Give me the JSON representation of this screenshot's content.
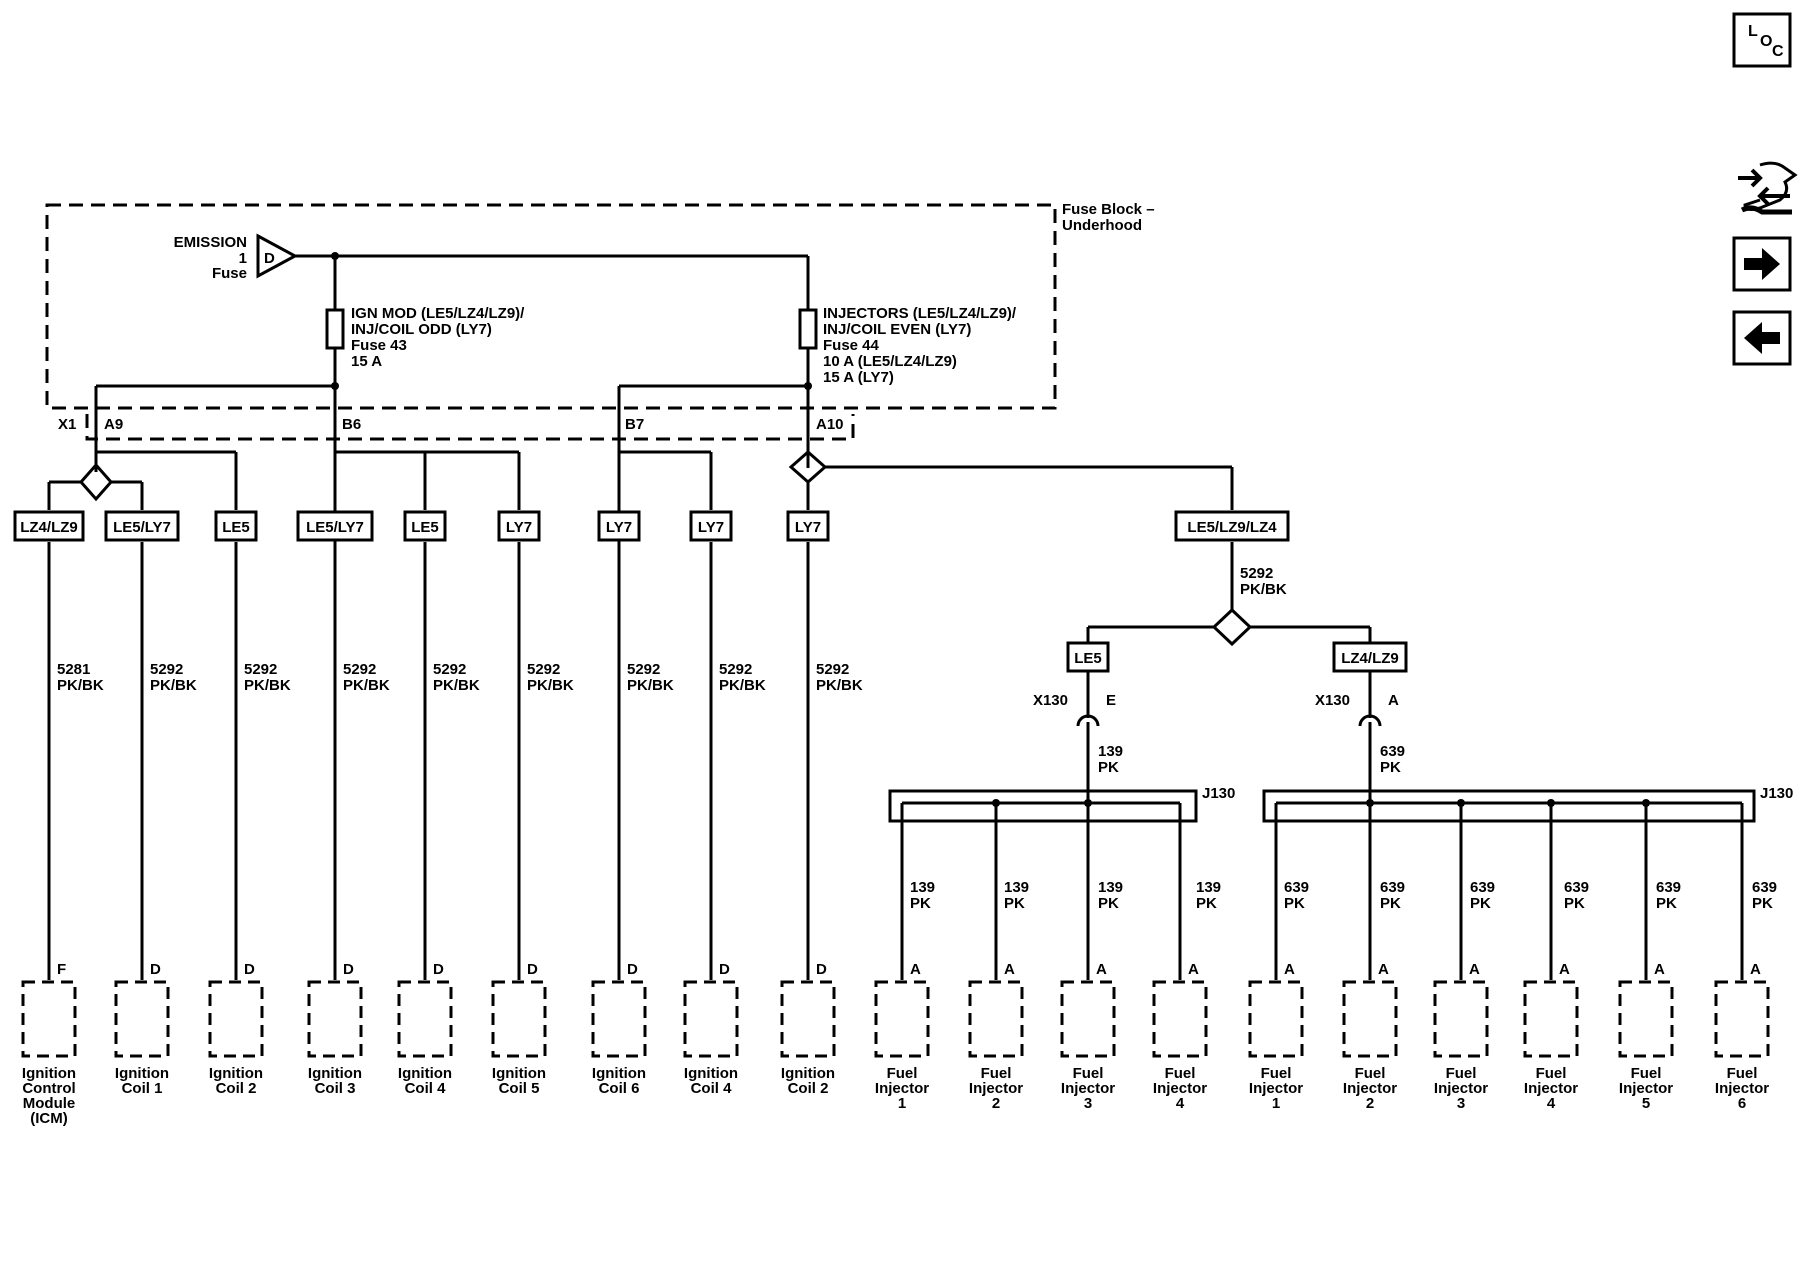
{
  "fuse_block": {
    "title_line1": "Fuse Block –",
    "title_line2": "Underhood",
    "emission_label": "EMISSION",
    "emission_num": "1",
    "emission_fuse": "Fuse",
    "emission_letter": "D",
    "fuse43": [
      "IGN MOD (LE5/LZ4/LZ9)/",
      "INJ/COIL ODD (LY7)",
      "Fuse 43",
      "15 A"
    ],
    "fuse44": [
      "INJECTORS (LE5/LZ4/LZ9)/",
      "INJ/COIL EVEN (LY7)",
      "Fuse 44",
      "10 A (LE5/LZ4/LZ9)",
      "15 A (LY7)"
    ],
    "connector": "X1",
    "pins": [
      "A9",
      "B6",
      "B7",
      "A10"
    ]
  },
  "options": {
    "lz4lz9": "LZ4/LZ9",
    "le5ly7": "LE5/LY7",
    "le5": "LE5",
    "ly7": "LY7",
    "le5lz9lz4": "LE5/LZ9/LZ4"
  },
  "wires": {
    "w5281": "5281",
    "w5292": "5292",
    "pkbk": "PK/BK",
    "w139": "139",
    "w639": "639",
    "pk": "PK"
  },
  "x130": {
    "label": "X130",
    "pin_e": "E",
    "pin_a": "A"
  },
  "j130": "J130",
  "left_components": [
    {
      "pin": "F",
      "name": [
        "Ignition",
        "Control",
        "Module",
        "(ICM)"
      ]
    },
    {
      "pin": "D",
      "name": [
        "Ignition",
        "Coil 1"
      ]
    },
    {
      "pin": "D",
      "name": [
        "Ignition",
        "Coil 2"
      ]
    },
    {
      "pin": "D",
      "name": [
        "Ignition",
        "Coil 3"
      ]
    },
    {
      "pin": "D",
      "name": [
        "Ignition",
        "Coil 4"
      ]
    },
    {
      "pin": "D",
      "name": [
        "Ignition",
        "Coil 5"
      ]
    },
    {
      "pin": "D",
      "name": [
        "Ignition",
        "Coil 6"
      ]
    },
    {
      "pin": "D",
      "name": [
        "Ignition",
        "Coil 4"
      ]
    },
    {
      "pin": "D",
      "name": [
        "Ignition",
        "Coil 2"
      ]
    }
  ],
  "injectors_le5": [
    {
      "pin": "A",
      "name": [
        "Fuel",
        "Injector",
        "1"
      ]
    },
    {
      "pin": "A",
      "name": [
        "Fuel",
        "Injector",
        "2"
      ]
    },
    {
      "pin": "A",
      "name": [
        "Fuel",
        "Injector",
        "3"
      ]
    },
    {
      "pin": "A",
      "name": [
        "Fuel",
        "Injector",
        "4"
      ]
    }
  ],
  "injectors_lz": [
    {
      "pin": "A",
      "name": [
        "Fuel",
        "Injector",
        "1"
      ]
    },
    {
      "pin": "A",
      "name": [
        "Fuel",
        "Injector",
        "2"
      ]
    },
    {
      "pin": "A",
      "name": [
        "Fuel",
        "Injector",
        "3"
      ]
    },
    {
      "pin": "A",
      "name": [
        "Fuel",
        "Injector",
        "4"
      ]
    },
    {
      "pin": "A",
      "name": [
        "Fuel",
        "Injector",
        "5"
      ]
    },
    {
      "pin": "A",
      "name": [
        "Fuel",
        "Injector",
        "6"
      ]
    }
  ],
  "loc": {
    "l": "L",
    "o": "O",
    "c": "C"
  },
  "icons": {
    "connector_view": "connector-swap-icon",
    "next": "arrow-right-icon",
    "prev": "arrow-left-icon"
  }
}
